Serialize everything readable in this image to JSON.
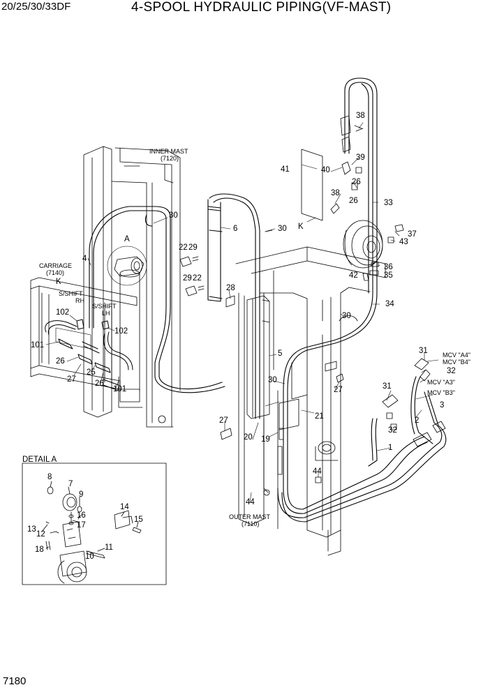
{
  "header": {
    "models": "20/25/30/33DF",
    "title": "4-SPOOL HYDRAULIC PIPING(VF-MAST)"
  },
  "page_number": "7180",
  "labels": {
    "inner_mast": "INNER MAST",
    "inner_mast_code": "(7120)",
    "outer_mast": "OUTER MAST",
    "outer_mast_code": "(7110)",
    "carriage": "CARRIAGE",
    "carriage_code": "(7140)",
    "view_k_left": "K",
    "view_k_right": "K",
    "detail_a_ref": "A",
    "sshift_rh_1": "S/SHIFT",
    "sshift_rh_2": "RH",
    "sshift_lh_1": "S/SHIFT",
    "sshift_lh_2": "LH",
    "mcv_a4": "MCV \"A4\"",
    "mcv_b4": "MCV \"B4\"",
    "mcv_a3": "MCV \"A3\"",
    "mcv_b3": "MCV \"B3\"",
    "detail_a_title": "DETAIL A"
  },
  "callouts": {
    "c1": "1",
    "c2": "2",
    "c3": "3",
    "c4": "4",
    "c5": "5",
    "c6": "6",
    "c7": "7",
    "c8": "8",
    "c9": "9",
    "c10": "10",
    "c11": "11",
    "c12": "12",
    "c13": "13",
    "c14": "14",
    "c15": "15",
    "c16": "16",
    "c17": "17",
    "c18": "18",
    "c19": "19",
    "c20": "20",
    "c21": "21",
    "c22a": "22",
    "c22b": "22",
    "c26a": "26",
    "c26b": "26",
    "c26c": "26",
    "c26d": "26",
    "c27a": "27",
    "c27b": "27",
    "c27c": "27",
    "c28": "28",
    "c29a": "29",
    "c29b": "29",
    "c25": "25",
    "c30a": "30",
    "c30b": "30",
    "c30c": "30",
    "c30d": "30",
    "c31a": "31",
    "c31b": "31",
    "c32a": "32",
    "c32b": "32",
    "c33": "33",
    "c34": "34",
    "c35": "35",
    "c36": "36",
    "c37": "37",
    "c38a": "38",
    "c38b": "38",
    "c39": "39",
    "c40": "40",
    "c41": "41",
    "c42": "42",
    "c43": "43",
    "c44a": "44",
    "c44b": "44",
    "c101a": "101",
    "c101b": "101",
    "c102a": "102",
    "c102b": "102"
  }
}
